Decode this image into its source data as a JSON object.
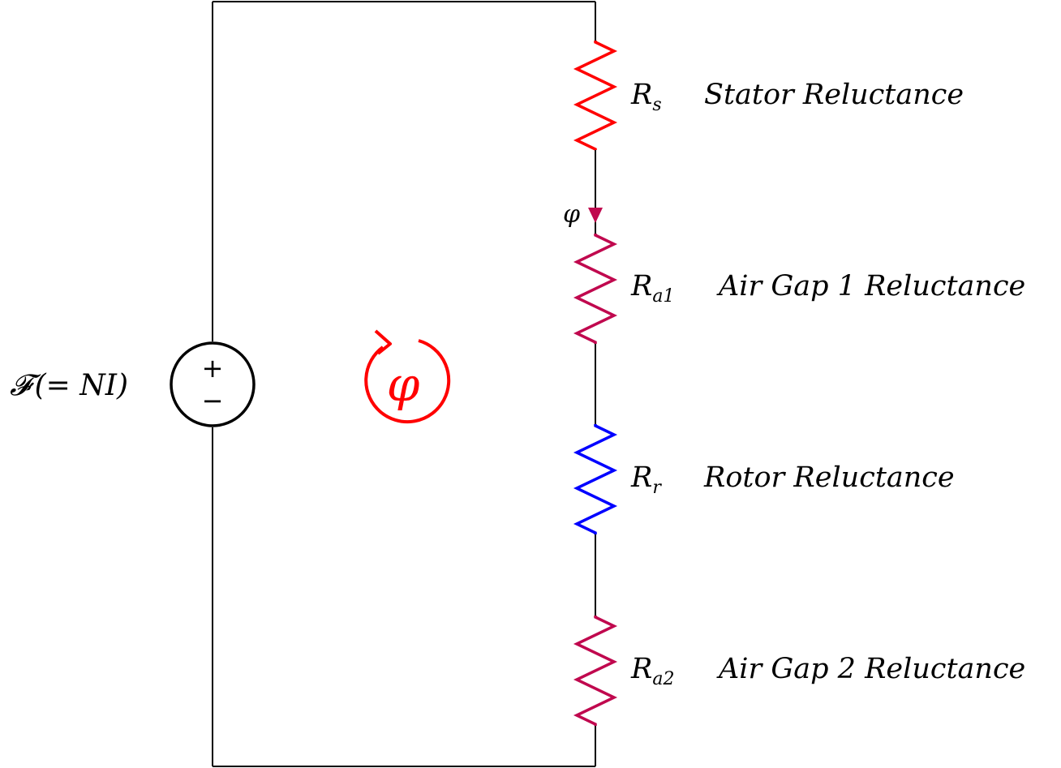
{
  "colors": {
    "wire": "#000000",
    "stator": "#ff0000",
    "air_gap": "#c0084e",
    "rotor": "#0000ff",
    "loop": "#ff0000",
    "flux_arrow": "#c0084e"
  },
  "source": {
    "symbol": "𝓕",
    "expr": "(= NI)",
    "plus": "+",
    "minus": "−"
  },
  "loop_flux": {
    "symbol": "φ"
  },
  "branch_flux": {
    "symbol": "φ"
  },
  "resistors": [
    {
      "symbol": "R",
      "sub": "s",
      "description": "Stator Reluctance"
    },
    {
      "symbol": "R",
      "sub": "a1",
      "description": "Air Gap 1 Reluctance"
    },
    {
      "symbol": "R",
      "sub": "r",
      "description": "Rotor Reluctance"
    },
    {
      "symbol": "R",
      "sub": "a2",
      "description": "Air Gap 2 Reluctance"
    }
  ]
}
